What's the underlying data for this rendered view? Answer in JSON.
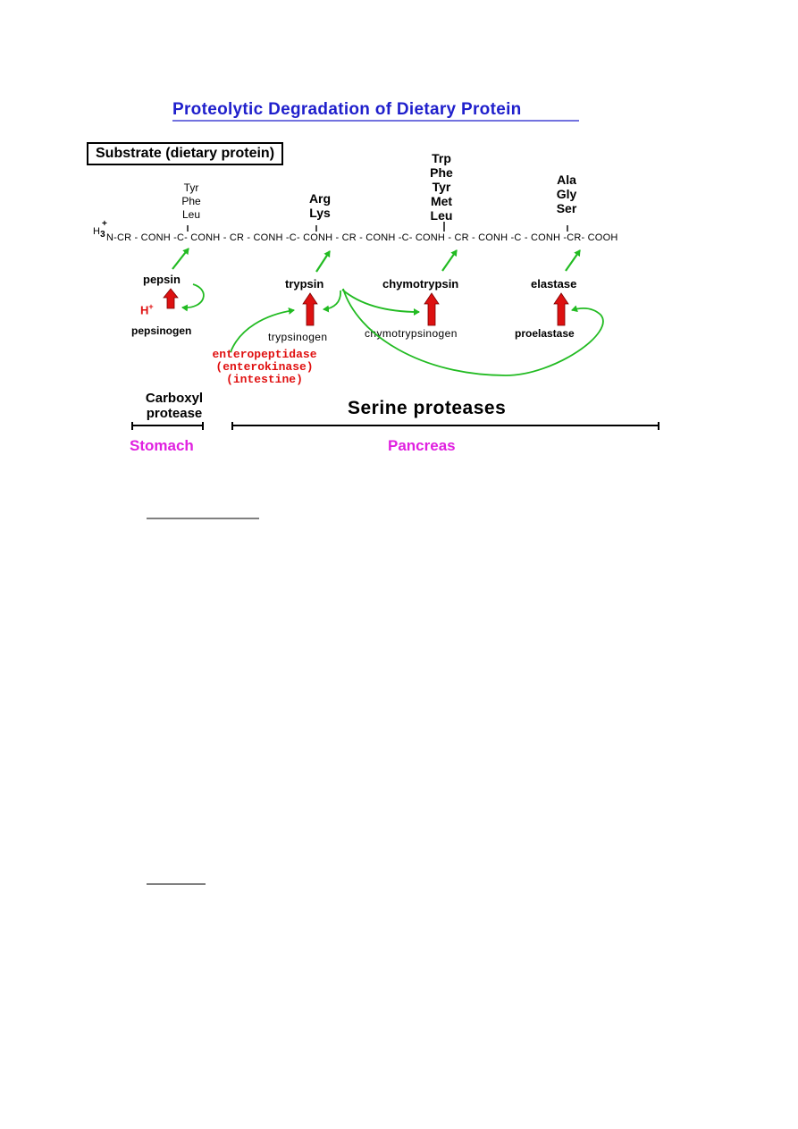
{
  "title": "Proteolytic Degradation of Dietary Protein",
  "substrate_label": "Substrate (dietary protein)",
  "residues": {
    "pepsin": [
      "Tyr",
      "Phe",
      "Leu"
    ],
    "trypsin": [
      "Arg",
      "Lys"
    ],
    "chymotrypsin": [
      "Trp",
      "Phe",
      "Tyr",
      "Met",
      "Leu"
    ],
    "elastase": [
      "Ala",
      "Gly",
      "Ser"
    ]
  },
  "chain": {
    "h": "H",
    "sub3": "3",
    "plus": "+",
    "segments": [
      "N-CR - CONH -",
      "C-",
      " CONH - CR - CONH -",
      "C-",
      " CONH - CR - CONH -",
      "C-",
      " CONH - CR - CONH -",
      "C",
      " - CONH -CR- COOH"
    ]
  },
  "enzymes": {
    "pepsin": "pepsin",
    "trypsin": "trypsin",
    "chymotrypsin": "chymotrypsin",
    "elastase": "elastase"
  },
  "zymogens": {
    "pepsinogen": "pepsinogen",
    "trypsinogen": "trypsinogen",
    "chymotrypsinogen": "chymotrypsinogen",
    "proelastase": "proelastase"
  },
  "h_plus": "H",
  "h_plus_sup": "+",
  "enteropeptidase": [
    "enteropeptidase",
    "(enterokinase)",
    "(intestine)"
  ],
  "classes": {
    "carboxyl": [
      "Carboxyl",
      "protease"
    ],
    "serine": "Serine proteases"
  },
  "organs": {
    "stomach": "Stomach",
    "pancreas": "Pancreas"
  },
  "colors": {
    "title": "#1f1fcc",
    "arrow_green": "#22bb22",
    "zymogen_arrow_red": "#dd1111",
    "organ_magenta": "#e020e0",
    "enteropeptidase_red": "#e01010"
  }
}
